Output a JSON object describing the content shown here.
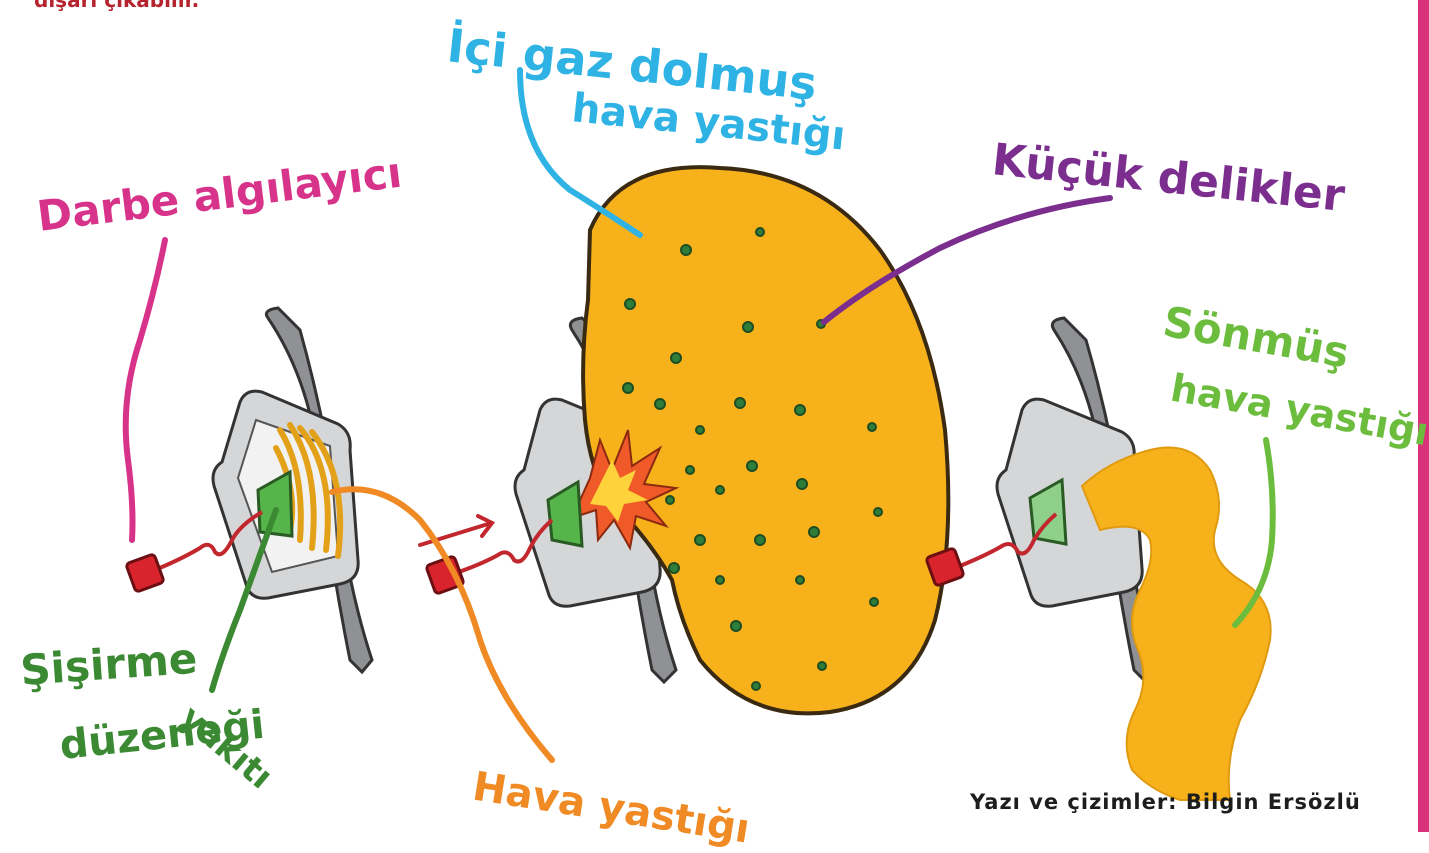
{
  "top_text": "dışarı çıkabilir.",
  "labels": {
    "gas_filled_airbag_line1": "İçi gaz dolmuş",
    "gas_filled_airbag_line2": "hava yastığı",
    "small_holes": "Küçük delikler",
    "impact_sensor": "Darbe algılayıcı",
    "deflated_airbag_line1": "Sönmüş",
    "deflated_airbag_line2": "hava yastığı",
    "inflator_line1": "Şişirme",
    "inflator_line2": "yakıtı",
    "inflator_line3": "düzeneği",
    "airbag": "Hava yastığı"
  },
  "credit": "Yazı ve çizimler: Bilgin Ersözlü",
  "colors": {
    "airbag_fill": "#f7b21b",
    "airbag_outline": "#3a2a12",
    "steering_wheel": "#9a9c9e",
    "inflator": "#55b54a",
    "sensor": "#d9232d",
    "explosion": "#f05a28",
    "accent_bar": "#d8337a"
  }
}
